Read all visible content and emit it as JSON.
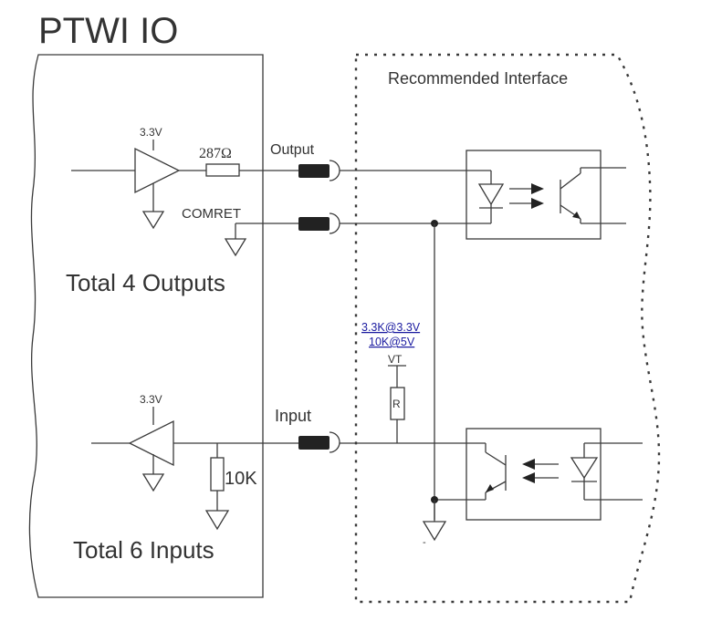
{
  "title": "PTWI IO",
  "interface_label": "Recommended Interface",
  "output_section": {
    "supply_label": "3.3V",
    "resistor_label": "287Ω",
    "output_label": "Output",
    "comret_label": "COMRET",
    "total_label": "Total 4 Outputs"
  },
  "input_section": {
    "supply_label": "3.3V",
    "pulldown_label": "10K",
    "input_label": "Input",
    "total_label": "Total 6 Inputs"
  },
  "pullup": {
    "value_line1": "3.3K@3.3V",
    "value_line2": "10K@5V",
    "vt_label": "VT",
    "resistor_letter": "R"
  },
  "ground_minus_label": "-",
  "colors": {
    "line": "#3a3a3a",
    "label_blue": "#1a1aa0"
  }
}
